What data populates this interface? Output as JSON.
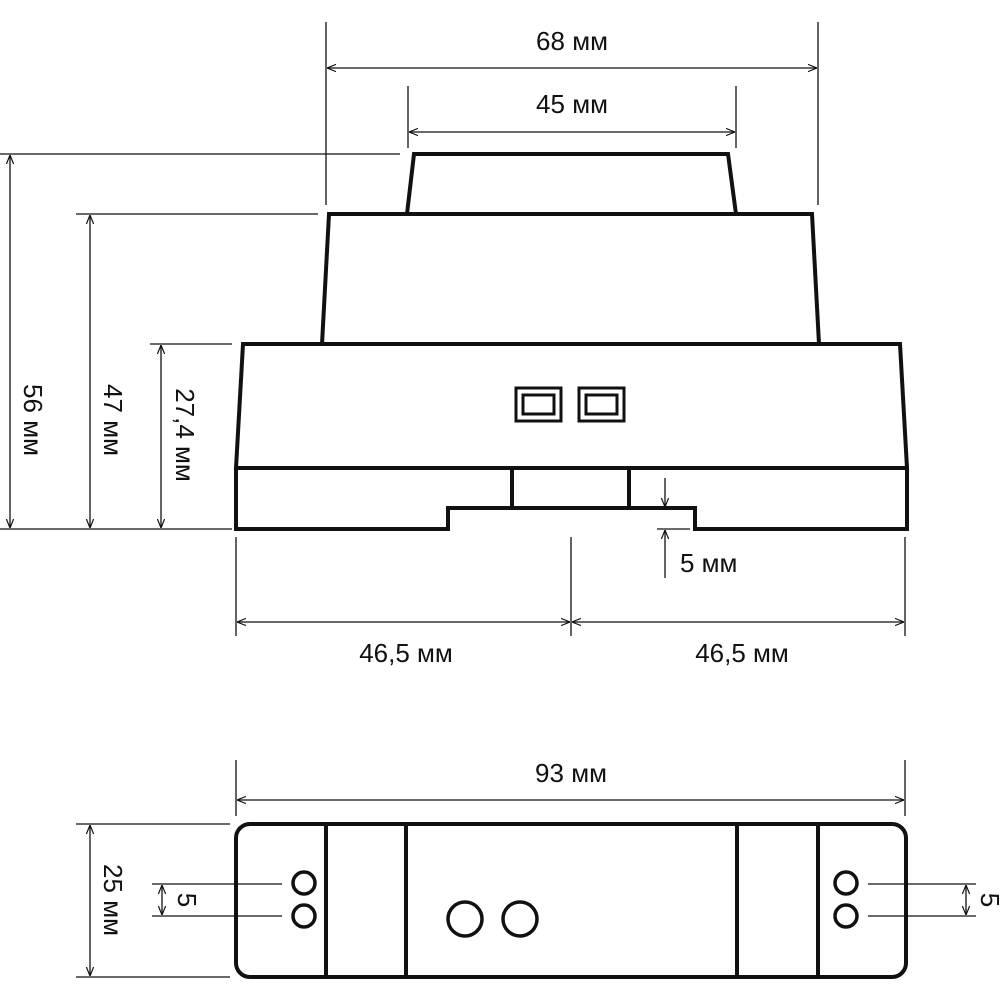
{
  "front_view": {
    "top_width": "68 мм",
    "cap_width": "45 мм",
    "height_total": "56 мм",
    "height_mid": "47 мм",
    "height_base": "27,4 мм",
    "rail_depth": "5 мм",
    "half_left": "46,5 мм",
    "half_right": "46,5 мм"
  },
  "top_view": {
    "length": "93 мм",
    "width": "25 мм",
    "left_spacing": "5",
    "right_spacing": "5"
  }
}
